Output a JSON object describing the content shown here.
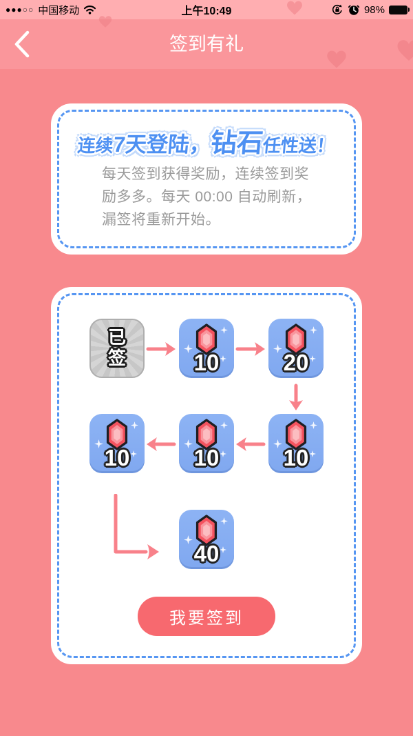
{
  "status_bar": {
    "signal_filled": "●●●",
    "signal_empty": "○○",
    "carrier": "中国移动",
    "time": "上午10:49",
    "battery_percent": "98%"
  },
  "nav": {
    "title": "签到有礼"
  },
  "intro_card": {
    "title_part1": "连续",
    "title_part2": "7天登陆，",
    "title_part3": "钻石",
    "title_part4": "任性送！",
    "description": "每天签到获得奖励，连续签到奖励多多。每天 00:00 自动刷新，漏签将重新开始。"
  },
  "checkin": {
    "days": [
      {
        "state": "signed",
        "label": "已签"
      },
      {
        "state": "unsigned",
        "reward": "10"
      },
      {
        "state": "unsigned",
        "reward": "20"
      },
      {
        "state": "unsigned",
        "reward": "10"
      },
      {
        "state": "unsigned",
        "reward": "10"
      },
      {
        "state": "unsigned",
        "reward": "10"
      },
      {
        "state": "unsigned",
        "reward": "40"
      }
    ],
    "button_label": "我要签到"
  },
  "colors": {
    "body_bg": "#F8898D",
    "nav_bg": "#FA969B",
    "status_bg": "#FFAEB1",
    "tile_blue": "#85ADF2",
    "dashed_border": "#5696F2",
    "arrow_pink": "#F8818A",
    "button_bg": "#F7696F",
    "gem_red": "#F4535F",
    "title_blue": "#4D90F2",
    "desc_gray": "#9A9A9A"
  }
}
